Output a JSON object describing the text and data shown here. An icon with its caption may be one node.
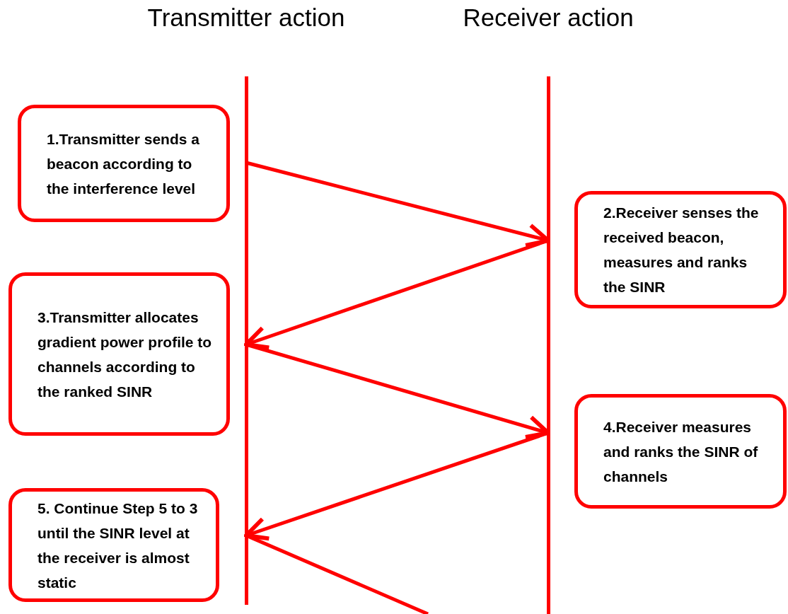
{
  "diagram": {
    "nodes": [
      {
        "text": [
          "Transmitter action"
        ]
      },
      {
        "text": [
          "Receiver action"
        ]
      },
      {
        "text": [
          "1.Transmitter sends a beacon according to the interference level"
        ]
      },
      {
        "text": [
          "2.Receiver senses the received beacon, measures and ranks the SINR"
        ]
      },
      {
        "text": [
          "3.Transmitter allocates gradient power profile to channels according to the ranked SINR"
        ]
      },
      {
        "text": [
          "4.Receiver measures and ranks the SINR of channels"
        ]
      },
      {
        "text": [
          "5. Continue Step 5 to 3 until the SINR level at the receiver is almost static"
        ]
      }
    ],
    "edges": [
      {
        "from": 0,
        "to": 1,
        "arrow": "to"
      },
      {
        "from": 1,
        "to": 0,
        "arrow": "to"
      },
      {
        "from": 0,
        "to": 1,
        "arrow": "to"
      },
      {
        "from": 1,
        "to": 0,
        "arrow": "to"
      },
      {
        "from": 0,
        "to": null,
        "arrow": "none"
      }
    ]
  }
}
